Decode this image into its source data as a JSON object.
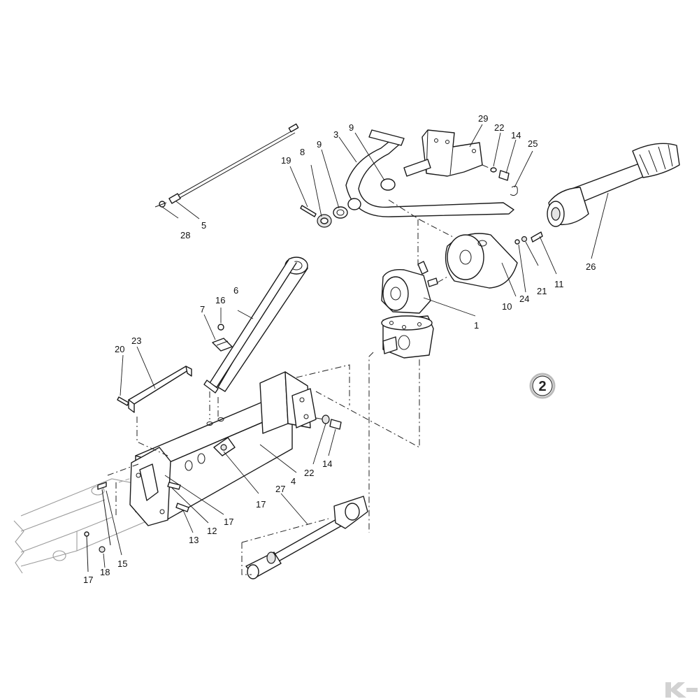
{
  "diagram": {
    "view_number": "2",
    "callouts": [
      {
        "id": "c28",
        "text": "28"
      },
      {
        "id": "c5",
        "text": "5"
      },
      {
        "id": "c19",
        "text": "19"
      },
      {
        "id": "c8",
        "text": "8"
      },
      {
        "id": "c9a",
        "text": "9"
      },
      {
        "id": "c3",
        "text": "3"
      },
      {
        "id": "c9b",
        "text": "9"
      },
      {
        "id": "c29",
        "text": "29"
      },
      {
        "id": "c22a",
        "text": "22"
      },
      {
        "id": "c14a",
        "text": "14"
      },
      {
        "id": "c25",
        "text": "25"
      },
      {
        "id": "c26",
        "text": "26"
      },
      {
        "id": "c11",
        "text": "11"
      },
      {
        "id": "c21",
        "text": "21"
      },
      {
        "id": "c24",
        "text": "24"
      },
      {
        "id": "c10",
        "text": "10"
      },
      {
        "id": "c1",
        "text": "1"
      },
      {
        "id": "c6",
        "text": "6"
      },
      {
        "id": "c7",
        "text": "7"
      },
      {
        "id": "c16",
        "text": "16"
      },
      {
        "id": "c20",
        "text": "20"
      },
      {
        "id": "c23",
        "text": "23"
      },
      {
        "id": "c22b",
        "text": "22"
      },
      {
        "id": "c14b",
        "text": "14"
      },
      {
        "id": "c4",
        "text": "4"
      },
      {
        "id": "c17a",
        "text": "17"
      },
      {
        "id": "c17b",
        "text": "17"
      },
      {
        "id": "c12",
        "text": "12"
      },
      {
        "id": "c13",
        "text": "13"
      },
      {
        "id": "c27",
        "text": "27"
      },
      {
        "id": "c15",
        "text": "15"
      },
      {
        "id": "c18",
        "text": "18"
      },
      {
        "id": "c17c",
        "text": "17"
      }
    ]
  },
  "colors": {
    "line": "#1a1a1a",
    "ghost": "#9a9a9a",
    "watermark": "#cfcfcf"
  }
}
